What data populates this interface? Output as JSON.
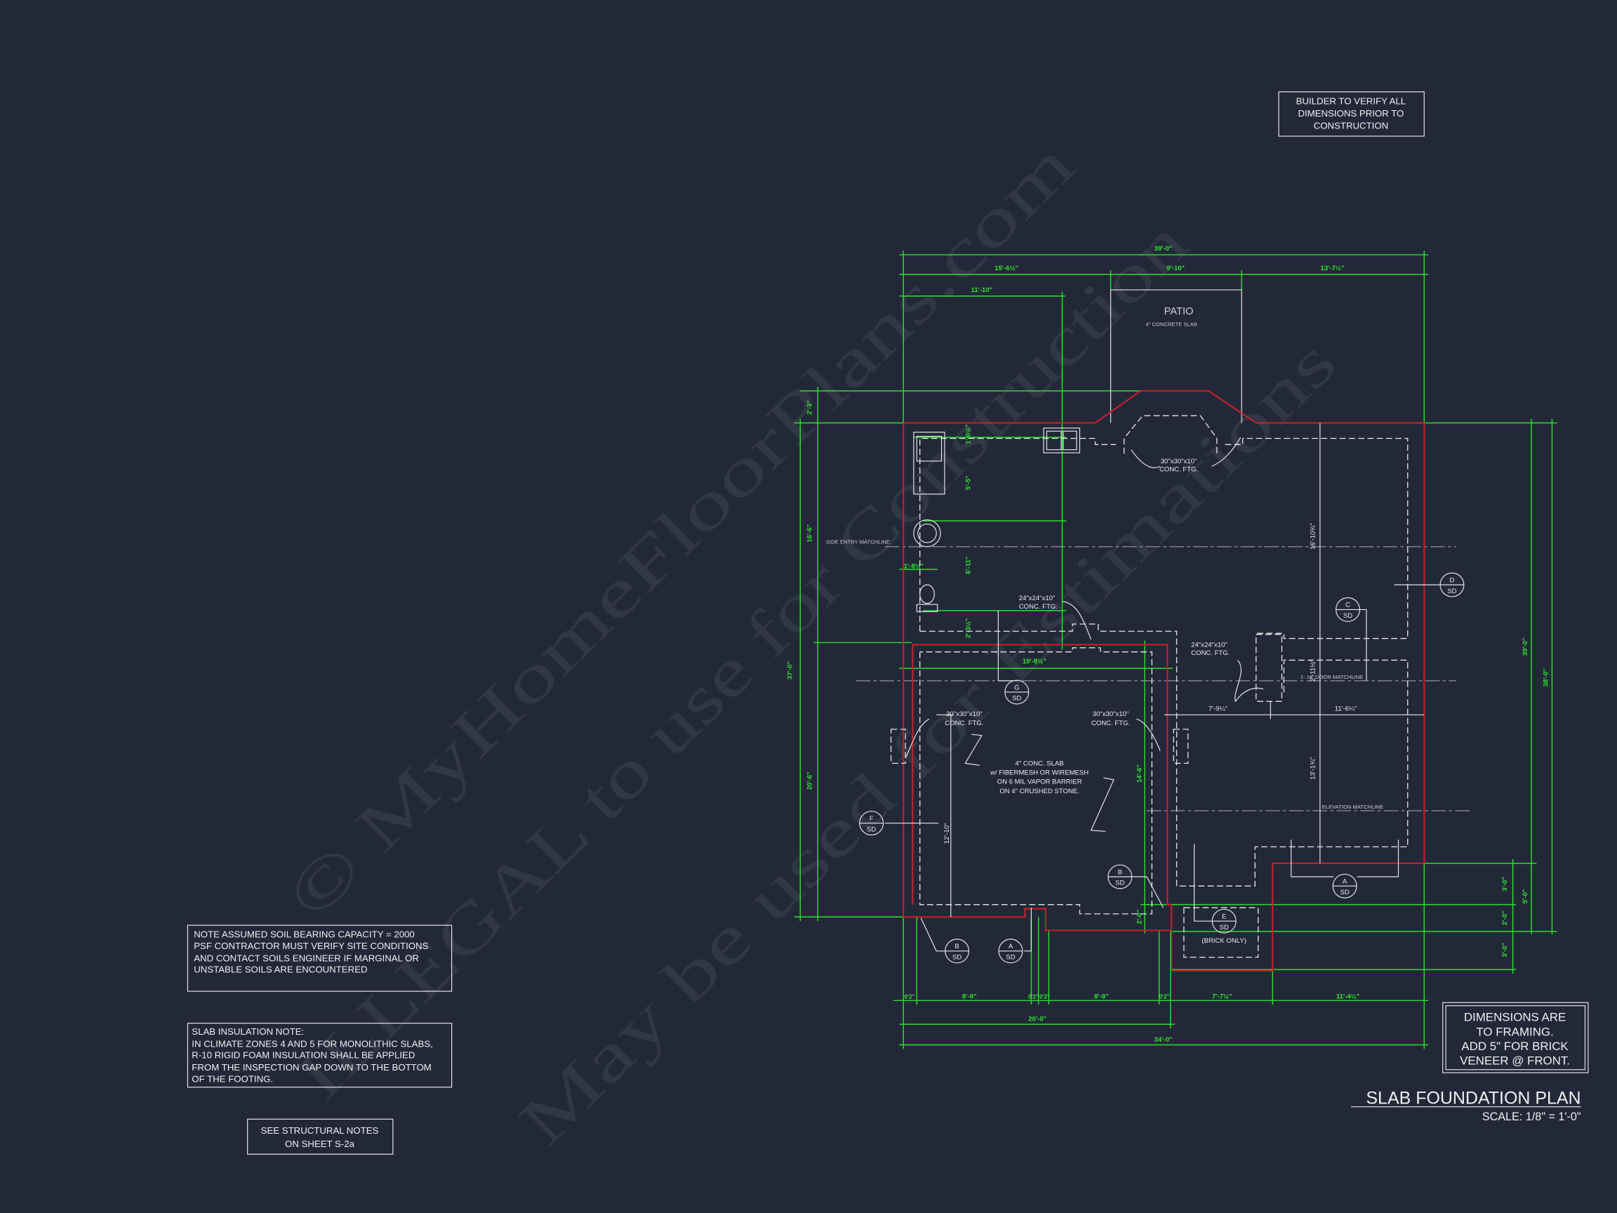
{
  "colors": {
    "background": "#232839",
    "dimension": "#27e02a",
    "slab_outline": "#c81f2b",
    "linework": "#e6e6e6"
  },
  "watermark": [
    "© MyHomeFloorPlans.com",
    "ILLEGAL to use for Construction",
    "May be used for Estimations"
  ],
  "builder_note": [
    "BUILDER TO VERIFY ALL",
    "DIMENSIONS PRIOR TO",
    "CONSTRUCTION"
  ],
  "soil_note": [
    "NOTE ASSUMED SOIL BEARING CAPACITY = 2000",
    "PSF CONTRACTOR MUST VERIFY SITE CONDITIONS",
    "AND CONTACT SOILS ENGINEER IF MARGINAL OR",
    "UNSTABLE SOILS ARE ENCOUNTERED"
  ],
  "insulation_note": [
    "SLAB INSULATION NOTE:",
    "IN CLIMATE ZONES 4 AND 5 FOR MONOLITHIC SLABS,",
    "R-10 RIGID FOAM INSULATION SHALL BE APPLIED",
    "FROM THE INSPECTION GAP DOWN TO THE BOTTOM",
    "OF THE FOOTING."
  ],
  "structural_note": [
    "SEE STRUCTURAL NOTES",
    "ON SHEET S-2a"
  ],
  "dimensions_note": [
    "DIMENSIONS ARE",
    "TO FRAMING.",
    "ADD 5\" FOR BRICK",
    "VENEER @ FRONT."
  ],
  "title": {
    "name": "SLAB FOUNDATION PLAN",
    "scale": "SCALE: 1/8\" = 1'-0\""
  },
  "plan": {
    "patio": {
      "label": "PATIO",
      "sub": "4\" CONCRETE SLAB"
    },
    "footings": {
      "f30": [
        "30\"x30\"x10\"",
        "CONC. FTG."
      ],
      "f24": [
        "24\"x24\"x10\"",
        "CONC. FTG."
      ]
    },
    "slab_note": [
      "4\" CONC. SLAB",
      "w/ FIBERMESH OR WIREMESH",
      "ON 6 MIL VAPOR BARRIER",
      "ON 4\" CRUSHED STONE."
    ],
    "matchlines": {
      "side_entry": "SIDE ENTRY MATCHLINE",
      "door": "1- 16' DOOR MATCHLINE",
      "elevation": "ELEVATION MATCHLINE"
    },
    "brick_only": "(BRICK ONLY)",
    "sections": [
      {
        "letter": "D",
        "sheet": "SD"
      },
      {
        "letter": "C",
        "sheet": "SD"
      },
      {
        "letter": "G",
        "sheet": "SD"
      },
      {
        "letter": "F",
        "sheet": "SD"
      },
      {
        "letter": "B",
        "sheet": "SD"
      },
      {
        "letter": "B",
        "sheet": "SD"
      },
      {
        "letter": "A",
        "sheet": "SD"
      },
      {
        "letter": "E",
        "sheet": "SD"
      },
      {
        "letter": "A",
        "sheet": "SD"
      }
    ],
    "dims_top": {
      "overall": "39'-0\"",
      "left": "15'-6½\"",
      "mid": "9'-10\"",
      "right": "13'-7½\"",
      "left_inner": "11'-10\""
    },
    "dims_left": {
      "overall": "37'-0\"",
      "top": "2'-3\"",
      "upper": "16'-6\"",
      "lower": "20'-6\""
    },
    "dims_right": {
      "inner": "39'-0\"",
      "outer": "38'-0\"",
      "a": "3'-0\"",
      "b": "2'-0\"",
      "c": "3'-0\"",
      "d": "5'-0\""
    },
    "dims_bottom": {
      "s1": "0'2\"",
      "s2": "8'-9\"",
      "s3": "0'2\"",
      "s4": "0'2\"",
      "s5": "8'-9\"",
      "s6": "0'2\"",
      "s7": "7'-7½\"",
      "s8": "11'-4½\"",
      "garage": "20'-0\"",
      "overall": "34'-0\""
    },
    "dims_interior": {
      "a": "1'-0½\"",
      "b": "5'-5\"",
      "c": "6'-11\"",
      "d": "2'-3½\"",
      "e": "1'-8½\"",
      "f": "19'-8½\"",
      "g": "14'-6\"",
      "h": "2'-0\""
    },
    "dims_white": {
      "a": "16'-10¾\"",
      "b": "2'-11½\"",
      "c": "13'-1¾\"",
      "d": "7'-9¼\"",
      "e": "11'-6¼\"",
      "f": "12'-10\""
    }
  }
}
